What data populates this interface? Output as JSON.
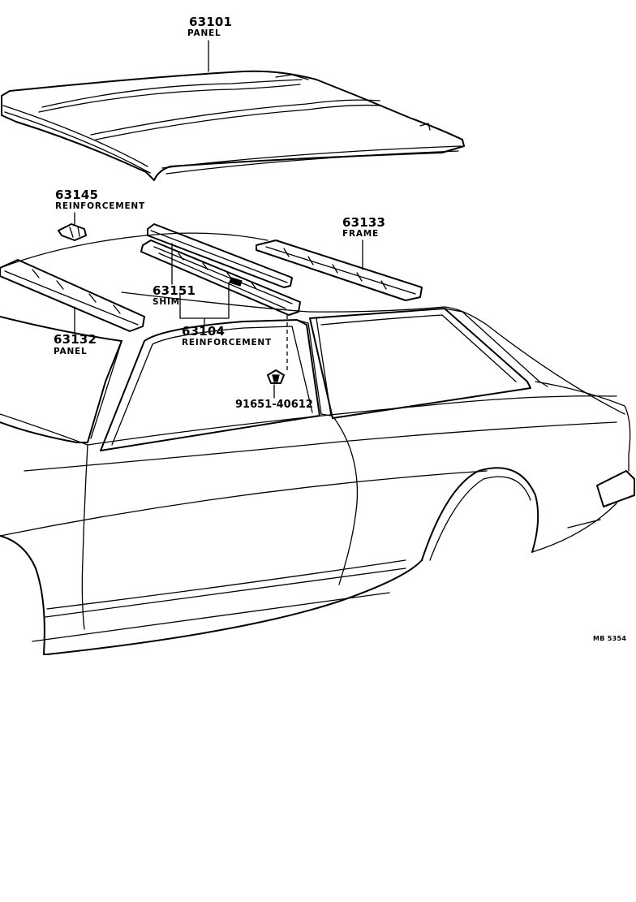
{
  "parts": {
    "p63101": {
      "number": "63101",
      "name": "PANEL"
    },
    "p63145": {
      "number": "63145",
      "name": "REINFORCEMENT"
    },
    "p63133": {
      "number": "63133",
      "name": "FRAME"
    },
    "p63151": {
      "number": "63151",
      "name": "SHIM"
    },
    "p63104": {
      "number": "63104",
      "name": "REINFORCEMENT"
    },
    "p63132": {
      "number": "63132",
      "name": "PANEL"
    },
    "clip": {
      "number": "91651-40612"
    }
  },
  "drawing_code": "MB 5354"
}
